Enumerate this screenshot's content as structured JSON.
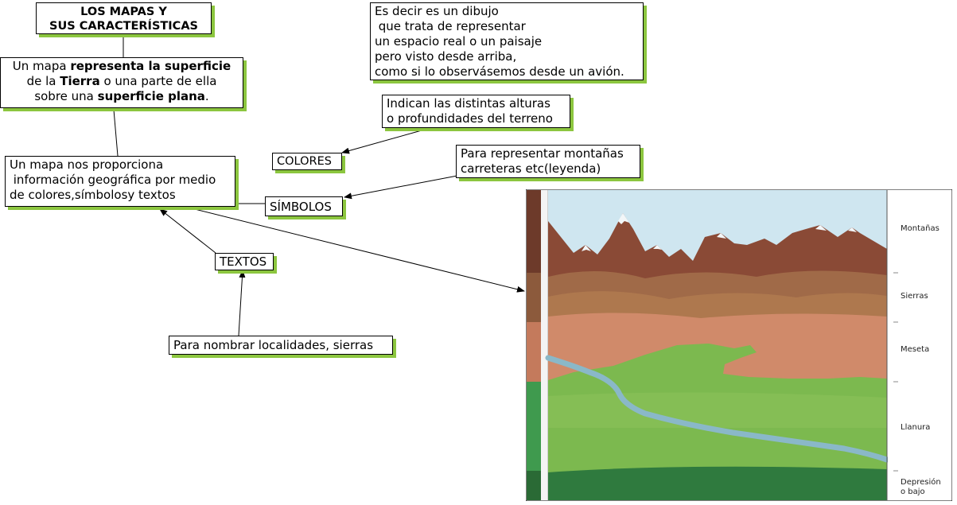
{
  "title": {
    "line1": "LOS MAPAS Y",
    "line2": "SUS CARACTERÍSTICAS"
  },
  "definition": {
    "line1_a": "Un mapa ",
    "line1_b": "representa la superficie",
    "line2_a": "de la ",
    "line2_b": "Tierra",
    "line2_c": " o una parte de ella",
    "line3_a": "sobre una ",
    "line3_b": "superficie plana",
    "line3_c": "."
  },
  "explanation": {
    "lines": [
      "Es decir es un dibujo",
      " que trata de representar",
      "un espacio real o un paisaje",
      "pero visto desde arriba,",
      "como si lo observásemos desde un avión."
    ]
  },
  "heights_note": {
    "lines": [
      "Indican las distintas alturas",
      "o profundidades del terreno"
    ]
  },
  "colors_label": "COLORES",
  "symbols_note": {
    "lines": [
      "Para representar montañas",
      "carreteras etc(leyenda)"
    ]
  },
  "info": {
    "lines": [
      "Un mapa nos proporciona",
      " información geográfica por medio",
      "de colores,símbolosy textos"
    ]
  },
  "symbols_label": "SÍMBOLOS",
  "texts_label": "TEXTOS",
  "texts_note": "Para nombrar localidades, sierras",
  "relief_legend": [
    "Montañas",
    "Sierras",
    "Meseta",
    "Llanura",
    "Depresión",
    "o bajo"
  ],
  "colors": {
    "shadow": "#8cc63f",
    "sky": "#cfe6f0",
    "mountain": "#8a4a36",
    "sierra": "#a06a48",
    "meseta": "#d08a6a",
    "llanura": "#7cb94f",
    "depresion": "#2f7a3e",
    "river": "#8ab8c8"
  }
}
